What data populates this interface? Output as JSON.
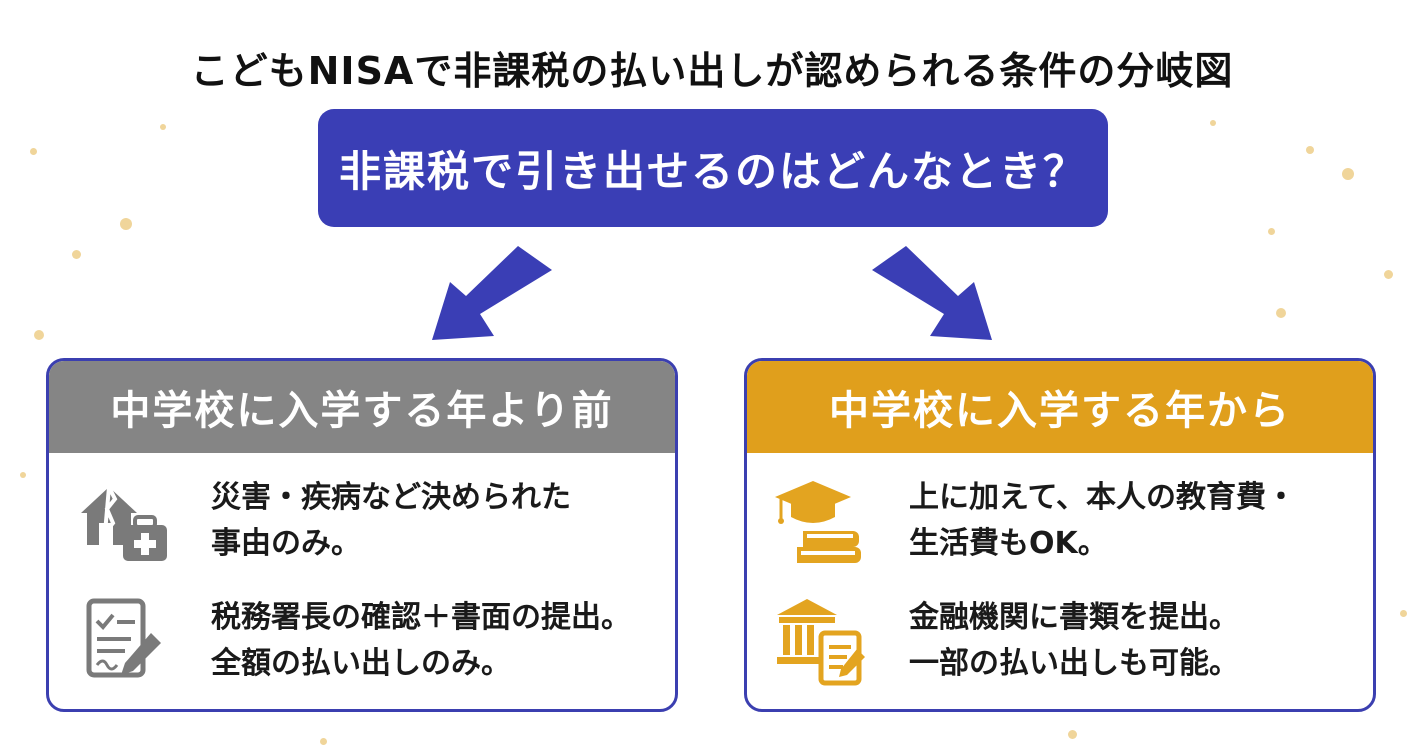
{
  "page_title": "こどもNISAで非課税の払い出しが認められる条件の分岐図",
  "question": "非課税で引き出せるのはどんなとき？",
  "colors": {
    "primary": "#3a3eb5",
    "left_header": "#858585",
    "right_header": "#e09f1c",
    "left_icon": "#7a7a7a",
    "right_icon": "#e3a420"
  },
  "branches": [
    {
      "header": "中学校に入学する年より前",
      "items": [
        {
          "icon": "disaster-medical-icon",
          "text": "災害・疾病など決められた\n事由のみ。"
        },
        {
          "icon": "signed-document-icon",
          "text": "税務署長の確認＋書面の提出。\n全額の払い出しのみ。"
        }
      ]
    },
    {
      "header": "中学校に入学する年から",
      "items": [
        {
          "icon": "graduation-books-icon",
          "text": "上に加えて、本人の教育費・\n生活費もOK。"
        },
        {
          "icon": "bank-document-icon",
          "text": "金融機関に書類を提出。\n一部の払い出しも可能。"
        }
      ]
    }
  ]
}
